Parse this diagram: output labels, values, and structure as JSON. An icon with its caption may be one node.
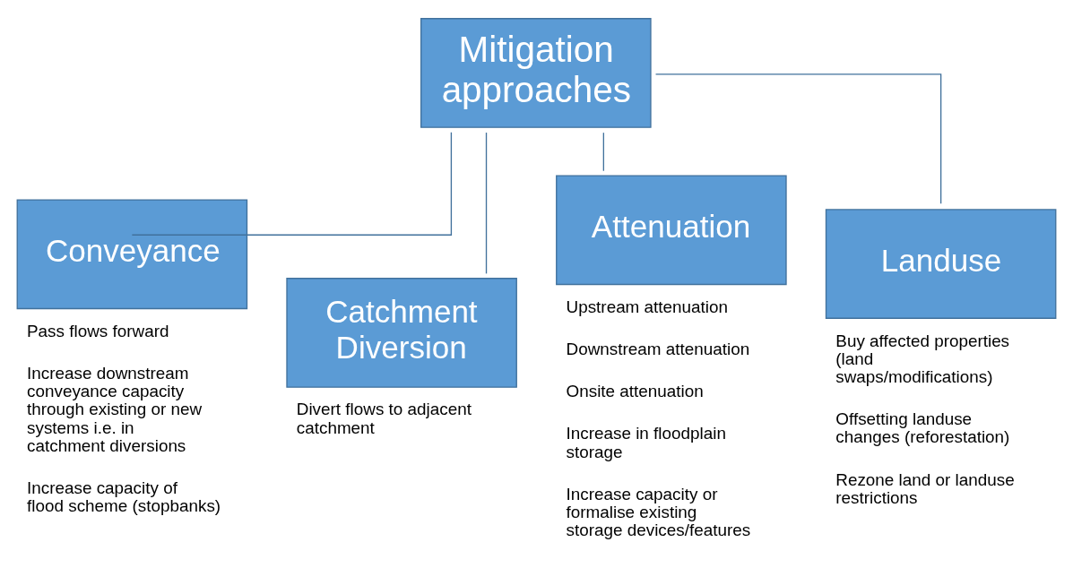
{
  "diagram": {
    "nodes": [
      {
        "text": [
          "Mitigation approaches"
        ]
      },
      {
        "text": [
          "Conveyance"
        ],
        "beside": [
          "Pass flows forward",
          "Increase downstream conveyance capacity through existing or new systems i.e. in catchment diversions",
          "Increase capacity of flood scheme (stopbanks)"
        ]
      },
      {
        "text": [
          "Catchment Diversion"
        ],
        "beside": [
          "Divert flows to adjacent catchment"
        ]
      },
      {
        "text": [
          "Attenuation"
        ],
        "beside": [
          "Upstream attenuation",
          "Downstream attenuation",
          "Onsite attenuation",
          "Increase in floodplain storage",
          "Increase capacity or formalise existing storage devices/features"
        ]
      },
      {
        "text": [
          "Landuse"
        ],
        "beside": [
          "Buy affected properties (land swaps/modifications)",
          "Offsetting landuse changes (reforestation)",
          "Rezone land or landuse restrictions"
        ]
      }
    ],
    "edges": [
      {
        "from": 0,
        "to": 1,
        "arrow": "none"
      },
      {
        "from": 0,
        "to": 2,
        "arrow": "none"
      },
      {
        "from": 0,
        "to": 3,
        "arrow": "none"
      },
      {
        "from": 0,
        "to": 4,
        "arrow": "none"
      }
    ]
  }
}
